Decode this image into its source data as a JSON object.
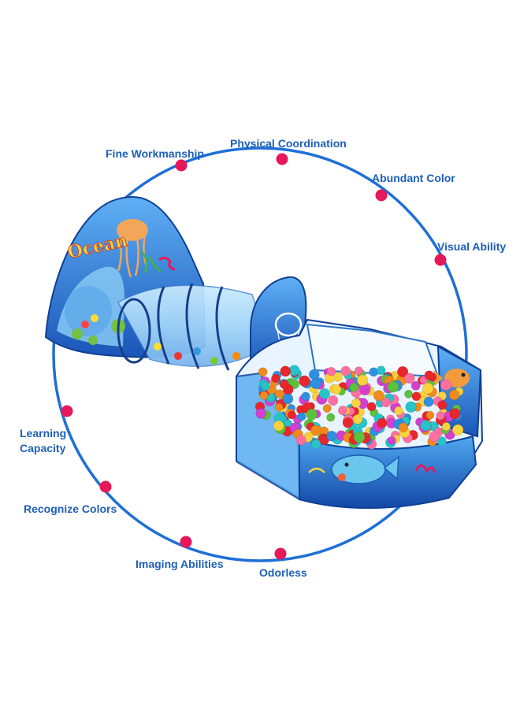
{
  "colors": {
    "circle_stroke": "#1e6fd6",
    "dot": "#e6185a",
    "label_text": "#1d5fb8",
    "tent_blue": "#2f7fe0",
    "tent_dark": "#1549a8",
    "tent_light": "#7cc4f5"
  },
  "features": [
    {
      "id": "fine-workmanship",
      "text": "Fine Workmanship"
    },
    {
      "id": "physical-coordination",
      "text": "Physical Coordination"
    },
    {
      "id": "abundant-color",
      "text": "Abundant Color"
    },
    {
      "id": "visual-ability",
      "text": "Visual Ability"
    },
    {
      "id": "learning-capacity",
      "lines": [
        "Learning",
        "Capacity"
      ]
    },
    {
      "id": "recognize-colors",
      "text": "Recognize Colors"
    },
    {
      "id": "imaging-abilities",
      "text": "Imaging Abilities"
    },
    {
      "id": "odorless",
      "text": "Odorless"
    }
  ],
  "product": {
    "tent_print": "Ocean"
  }
}
